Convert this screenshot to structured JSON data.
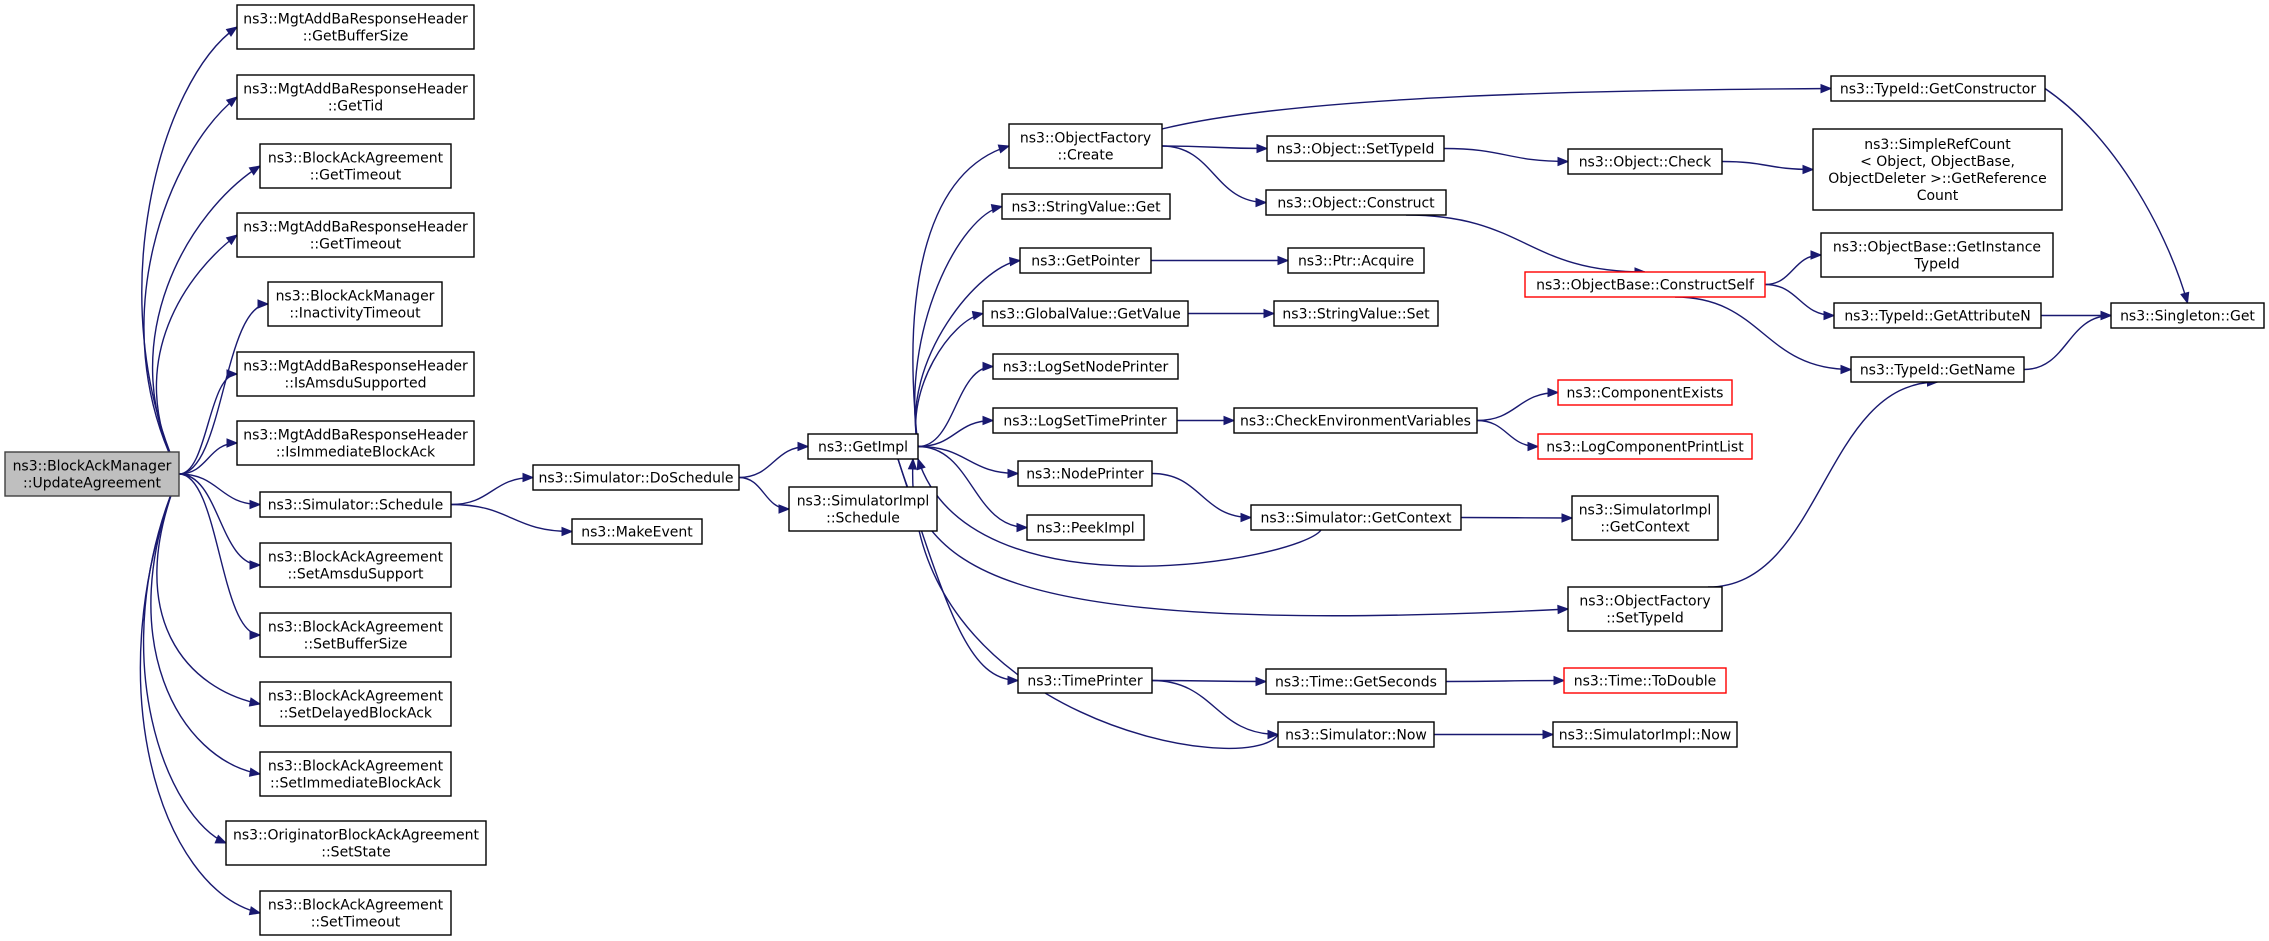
{
  "colors": {
    "edge": "#191970",
    "node_border": "#000000",
    "highlight_border": "#ff0000",
    "root_fill": "#bfbfbf"
  },
  "nodes": {
    "root": {
      "lines": [
        "ns3::BlockAckManager",
        "::UpdateAgreement"
      ],
      "kind": "root"
    },
    "getBufferSize": {
      "lines": [
        "ns3::MgtAddBaResponseHeader",
        "::GetBufferSize"
      ]
    },
    "getTid": {
      "lines": [
        "ns3::MgtAddBaResponseHeader",
        "::GetTid"
      ]
    },
    "agrGetTimeout": {
      "lines": [
        "ns3::BlockAckAgreement",
        "::GetTimeout"
      ]
    },
    "hdrGetTimeout": {
      "lines": [
        "ns3::MgtAddBaResponseHeader",
        "::GetTimeout"
      ]
    },
    "inactivityTimeout": {
      "lines": [
        "ns3::BlockAckManager",
        "::InactivityTimeout"
      ]
    },
    "isAmsduSupported": {
      "lines": [
        "ns3::MgtAddBaResponseHeader",
        "::IsAmsduSupported"
      ]
    },
    "isImmediateBlockAck": {
      "lines": [
        "ns3::MgtAddBaResponseHeader",
        "::IsImmediateBlockAck"
      ]
    },
    "simSchedule": {
      "lines": [
        "ns3::Simulator::Schedule"
      ]
    },
    "setAmsduSupport": {
      "lines": [
        "ns3::BlockAckAgreement",
        "::SetAmsduSupport"
      ]
    },
    "setBufferSize": {
      "lines": [
        "ns3::BlockAckAgreement",
        "::SetBufferSize"
      ]
    },
    "setDelayedBlockAck": {
      "lines": [
        "ns3::BlockAckAgreement",
        "::SetDelayedBlockAck"
      ]
    },
    "setImmediateBlockAck": {
      "lines": [
        "ns3::BlockAckAgreement",
        "::SetImmediateBlockAck"
      ]
    },
    "setState": {
      "lines": [
        "ns3::OriginatorBlockAckAgreement",
        "::SetState"
      ]
    },
    "setTimeout": {
      "lines": [
        "ns3::BlockAckAgreement",
        "::SetTimeout"
      ]
    },
    "doSchedule": {
      "lines": [
        "ns3::Simulator::DoSchedule"
      ]
    },
    "makeEvent": {
      "lines": [
        "ns3::MakeEvent"
      ]
    },
    "getImpl": {
      "lines": [
        "ns3::GetImpl"
      ]
    },
    "simImplSchedule": {
      "lines": [
        "ns3::SimulatorImpl",
        "::Schedule"
      ]
    },
    "ofCreate": {
      "lines": [
        "ns3::ObjectFactory",
        "::Create"
      ]
    },
    "stringValueGet": {
      "lines": [
        "ns3::StringValue::Get"
      ]
    },
    "getPointer": {
      "lines": [
        "ns3::GetPointer"
      ]
    },
    "globalValueGetValue": {
      "lines": [
        "ns3::GlobalValue::GetValue"
      ]
    },
    "logSetNodePrinter": {
      "lines": [
        "ns3::LogSetNodePrinter"
      ]
    },
    "logSetTimePrinter": {
      "lines": [
        "ns3::LogSetTimePrinter"
      ]
    },
    "nodePrinter": {
      "lines": [
        "ns3::NodePrinter"
      ]
    },
    "peekImpl": {
      "lines": [
        "ns3::PeekImpl"
      ]
    },
    "timePrinter": {
      "lines": [
        "ns3::TimePrinter"
      ]
    },
    "objSetTypeId": {
      "lines": [
        "ns3::Object::SetTypeId"
      ]
    },
    "objConstruct": {
      "lines": [
        "ns3::Object::Construct"
      ]
    },
    "ptrAcquire": {
      "lines": [
        "ns3::Ptr::Acquire"
      ]
    },
    "stringValueSet": {
      "lines": [
        "ns3::StringValue::Set"
      ]
    },
    "checkEnv": {
      "lines": [
        "ns3::CheckEnvironmentVariables"
      ]
    },
    "simGetContext": {
      "lines": [
        "ns3::Simulator::GetContext"
      ]
    },
    "timeGetSeconds": {
      "lines": [
        "ns3::Time::GetSeconds"
      ]
    },
    "simNow": {
      "lines": [
        "ns3::Simulator::Now"
      ]
    },
    "objCheck": {
      "lines": [
        "ns3::Object::Check"
      ]
    },
    "constructSelf": {
      "lines": [
        "ns3::ObjectBase::ConstructSelf"
      ],
      "kind": "red"
    },
    "componentExists": {
      "lines": [
        "ns3::ComponentExists"
      ],
      "kind": "red"
    },
    "logComponentPrintList": {
      "lines": [
        "ns3::LogComponentPrintList"
      ],
      "kind": "red"
    },
    "simImplGetContext": {
      "lines": [
        "ns3::SimulatorImpl",
        "::GetContext"
      ]
    },
    "ofSetTypeId": {
      "lines": [
        "ns3::ObjectFactory",
        "::SetTypeId"
      ]
    },
    "timeToDouble": {
      "lines": [
        "ns3::Time::ToDouble"
      ],
      "kind": "red"
    },
    "simImplNow": {
      "lines": [
        "ns3::SimulatorImpl::Now"
      ]
    },
    "typeIdGetConstructor": {
      "lines": [
        "ns3::TypeId::GetConstructor"
      ]
    },
    "simpleRefCount": {
      "lines": [
        "ns3::SimpleRefCount",
        "< Object, ObjectBase,",
        " ObjectDeleter >::GetReference",
        "Count"
      ]
    },
    "getInstanceTypeId": {
      "lines": [
        "ns3::ObjectBase::GetInstance",
        "TypeId"
      ]
    },
    "getAttributeN": {
      "lines": [
        "ns3::TypeId::GetAttributeN"
      ]
    },
    "getName": {
      "lines": [
        "ns3::TypeId::GetName"
      ]
    },
    "singletonGet": {
      "lines": [
        "ns3::Singleton::Get"
      ]
    }
  },
  "edges": [
    [
      "root",
      "getBufferSize"
    ],
    [
      "root",
      "getTid"
    ],
    [
      "root",
      "agrGetTimeout"
    ],
    [
      "root",
      "hdrGetTimeout"
    ],
    [
      "root",
      "inactivityTimeout"
    ],
    [
      "root",
      "isAmsduSupported"
    ],
    [
      "root",
      "isImmediateBlockAck"
    ],
    [
      "root",
      "simSchedule"
    ],
    [
      "root",
      "setAmsduSupport"
    ],
    [
      "root",
      "setBufferSize"
    ],
    [
      "root",
      "setDelayedBlockAck"
    ],
    [
      "root",
      "setImmediateBlockAck"
    ],
    [
      "root",
      "setState"
    ],
    [
      "root",
      "setTimeout"
    ],
    [
      "simSchedule",
      "doSchedule"
    ],
    [
      "simSchedule",
      "makeEvent"
    ],
    [
      "doSchedule",
      "getImpl"
    ],
    [
      "doSchedule",
      "simImplSchedule"
    ],
    [
      "getImpl",
      "ofCreate"
    ],
    [
      "getImpl",
      "stringValueGet"
    ],
    [
      "getImpl",
      "getPointer"
    ],
    [
      "getImpl",
      "globalValueGetValue"
    ],
    [
      "getImpl",
      "logSetNodePrinter"
    ],
    [
      "getImpl",
      "logSetTimePrinter"
    ],
    [
      "getImpl",
      "nodePrinter"
    ],
    [
      "getImpl",
      "peekImpl"
    ],
    [
      "getImpl",
      "ofSetTypeId"
    ],
    [
      "getImpl",
      "timePrinter"
    ],
    [
      "ofCreate",
      "typeIdGetConstructor"
    ],
    [
      "ofCreate",
      "objSetTypeId"
    ],
    [
      "ofCreate",
      "objConstruct"
    ],
    [
      "objSetTypeId",
      "objCheck"
    ],
    [
      "objCheck",
      "simpleRefCount"
    ],
    [
      "objConstruct",
      "constructSelf"
    ],
    [
      "constructSelf",
      "getInstanceTypeId"
    ],
    [
      "constructSelf",
      "getAttributeN"
    ],
    [
      "constructSelf",
      "getName"
    ],
    [
      "getAttributeN",
      "singletonGet"
    ],
    [
      "getName",
      "singletonGet"
    ],
    [
      "typeIdGetConstructor",
      "singletonGet"
    ],
    [
      "getPointer",
      "ptrAcquire"
    ],
    [
      "globalValueGetValue",
      "stringValueSet"
    ],
    [
      "logSetTimePrinter",
      "checkEnv"
    ],
    [
      "checkEnv",
      "componentExists"
    ],
    [
      "checkEnv",
      "logComponentPrintList"
    ],
    [
      "nodePrinter",
      "simGetContext"
    ],
    [
      "simGetContext",
      "simImplGetContext"
    ],
    [
      "simGetContext",
      "getImpl"
    ],
    [
      "ofSetTypeId",
      "getName"
    ],
    [
      "timePrinter",
      "timeGetSeconds"
    ],
    [
      "timePrinter",
      "simNow"
    ],
    [
      "timeGetSeconds",
      "timeToDouble"
    ],
    [
      "simNow",
      "simImplNow"
    ],
    [
      "simNow",
      "getImpl"
    ]
  ]
}
